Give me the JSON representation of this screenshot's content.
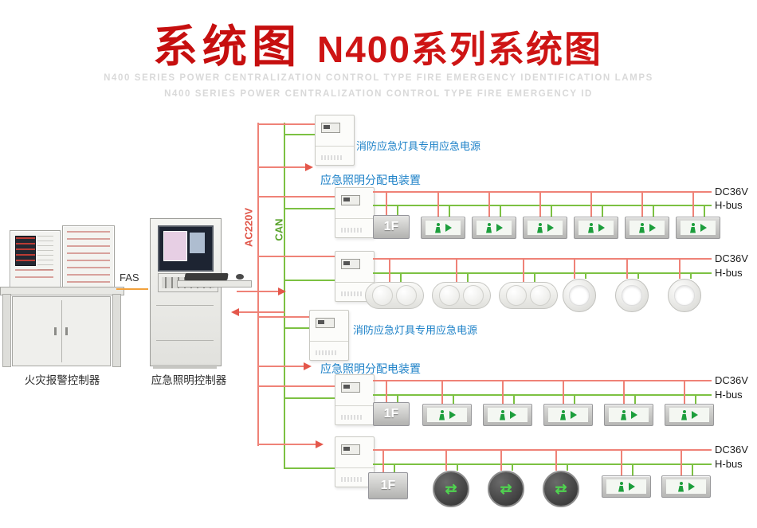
{
  "title": {
    "main": "系统图",
    "series": "N400系列系统图",
    "en1": "N400 SERIES POWER CENTRALIZATION CONTROL TYPE FIRE EMERGENCY IDENTIFICATION LAMPS",
    "en2": "N400 SERIES POWER CENTRALIZATION CONTROL TYPE FIRE EMERGENCY ID"
  },
  "left": {
    "fire_alarm_controller": "火灾报警控制器",
    "emergency_lighting_controller": "应急照明控制器"
  },
  "bus": {
    "fas": "FAS",
    "ac": "AC220V",
    "can": "CAN"
  },
  "groups": {
    "psu1": "消防应急灯具专用应急电源",
    "dist1": "应急照明分配电装置",
    "psu2": "消防应急灯具专用应急电源",
    "dist2": "应急照明分配电装置"
  },
  "floor_text": "1F",
  "icons": {
    "swap": "⇄",
    "exit_arrow": "right-arrow",
    "running_man": "running-man"
  },
  "rows": [
    {
      "dc": "DC36V",
      "bus": "H-bus",
      "devices": [
        "floor",
        "exit",
        "exit",
        "exit",
        "exit",
        "exit",
        "exit"
      ]
    },
    {
      "dc": "DC36V",
      "bus": "H-bus",
      "devices": [
        "oval",
        "oval",
        "oval",
        "down",
        "down",
        "down"
      ]
    },
    {
      "dc": "DC36V",
      "bus": "H-bus",
      "devices": [
        "floor",
        "exit",
        "exit",
        "exit",
        "exit",
        "exit"
      ]
    },
    {
      "dc": "DC36V",
      "bus": "H-bus",
      "devices": [
        "floor",
        "arrow",
        "arrow",
        "arrow",
        "exit",
        "exit"
      ]
    }
  ],
  "colors": {
    "line_red": "#ef8277",
    "line_green": "#7cc142",
    "fas_orange": "#f2a13c",
    "label_blue": "#1e82c8",
    "title_red": "#c60f0f"
  }
}
